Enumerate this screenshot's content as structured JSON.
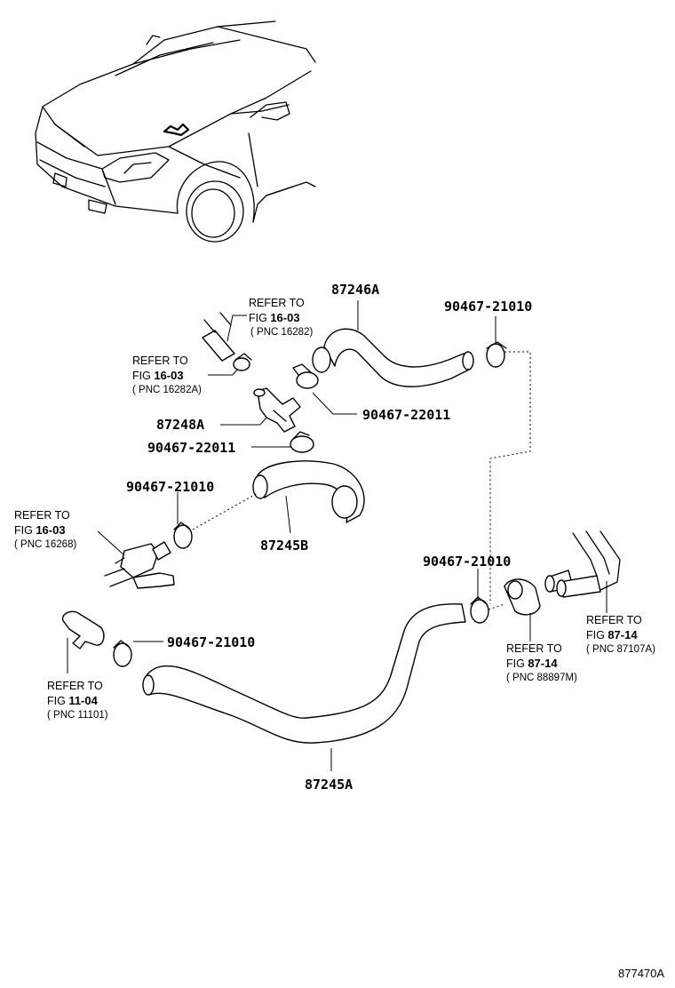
{
  "parts": {
    "p87246A": "87246A",
    "p90467_21010_top": "90467-21010",
    "p90467_22011_a": "90467-22011",
    "p87248A": "87248A",
    "p90467_22011_b": "90467-22011",
    "p90467_21010_left": "90467-21010",
    "p87245B": "87245B",
    "p90467_21010_right": "90467-21010",
    "p90467_21010_low": "90467-21010",
    "p87245A": "87245A"
  },
  "refs": {
    "r1": {
      "l1": "REFER TO",
      "l2a": "FIG ",
      "l2b": "16-03",
      "l3": "( PNC 16282)"
    },
    "r2": {
      "l1": "REFER TO",
      "l2a": "FIG ",
      "l2b": "16-03",
      "l3": "( PNC 16282A)"
    },
    "r3": {
      "l1": "REFER TO",
      "l2a": "FIG ",
      "l2b": "16-03",
      "l3": "( PNC 16268)"
    },
    "r4": {
      "l1": "REFER TO",
      "l2a": "FIG ",
      "l2b": "11-04",
      "l3": "( PNC 11101)"
    },
    "r5": {
      "l1": "REFER TO",
      "l2a": "FIG ",
      "l2b": "87-14",
      "l3": "( PNC 88897M)"
    },
    "r6": {
      "l1": "REFER TO",
      "l2a": "FIG ",
      "l2b": "87-14",
      "l3": "( PNC 87107A)"
    }
  },
  "figure_id": "877470A"
}
